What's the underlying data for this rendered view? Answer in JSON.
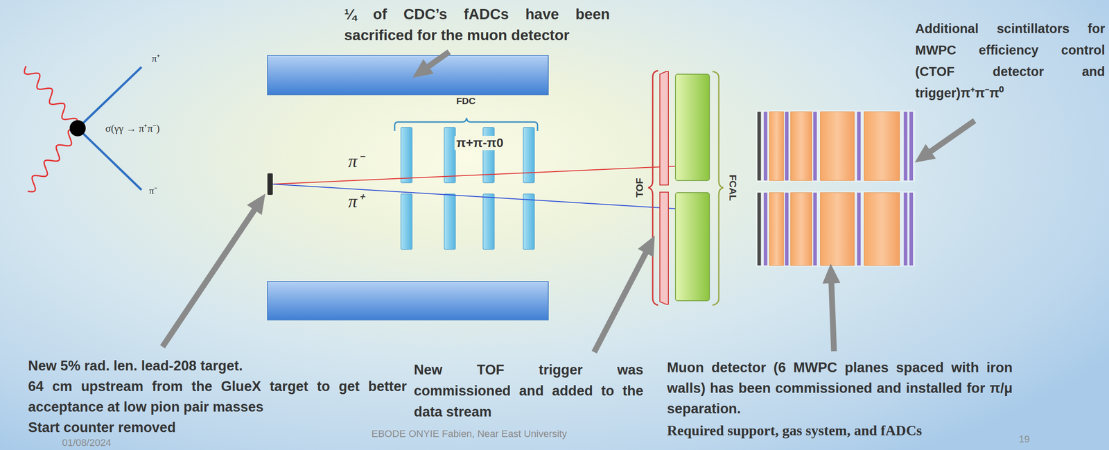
{
  "diagram": {
    "labels": [
      "¼ of CDC’s fADCs have been sacrificed for the muon detector",
      "Additional scintillators for MWPC efficiency control (CTOF detector and trigger)π⁺π⁻π⁰",
      "π⁺",
      "σ(γγ → π⁺π⁻)",
      "π⁻",
      "FDC",
      "π+π-π0",
      "π⁻",
      "π⁺",
      "TOF",
      "FCAL",
      "New 5% rad. len. lead-208 target.",
      "64 cm upstream from the GlueX target to get better acceptance at low pion pair masses",
      "Start counter removed",
      "New TOF trigger was commissioned and added to the data stream",
      "Muon detector (6 MWPC planes spaced with iron walls) has been commissioned and installed for π/μ separation.",
      "Required support, gas system, and fADCs",
      "01/08/2024",
      "EBODE  ONYIE Fabien, Near East University",
      "19"
    ]
  }
}
